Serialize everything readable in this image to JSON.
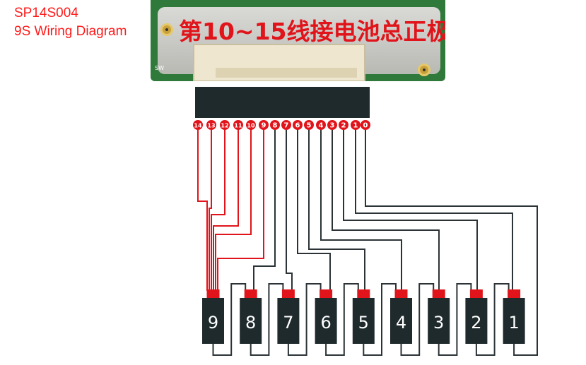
{
  "header": {
    "model": "SP14S004",
    "subtitle": "9S Wiring Diagram"
  },
  "board": {
    "label": "第10~15线接电池总正极",
    "switch_label": "SW"
  },
  "pins": [
    "14",
    "13",
    "12",
    "11",
    "10",
    "9",
    "8",
    "7",
    "6",
    "5",
    "4",
    "3",
    "2",
    "1",
    "0"
  ],
  "batteries": [
    "9",
    "8",
    "7",
    "6",
    "5",
    "4",
    "3",
    "2",
    "1"
  ],
  "colors": {
    "red": "#e0141a",
    "wire": "#2b3336",
    "battery": "#1f2a2d",
    "title": "#ff1a1a"
  }
}
